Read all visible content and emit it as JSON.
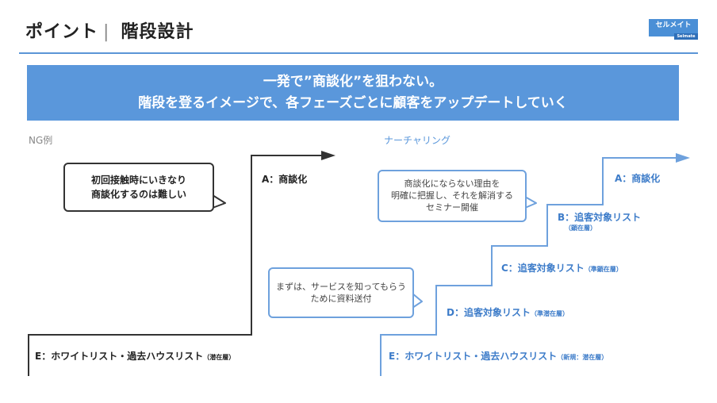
{
  "header": {
    "title_left": "ポイント",
    "separator": "|",
    "title_right": "階段設計",
    "logo_text": "セルメイト",
    "logo_sub": "Selmate"
  },
  "banner": {
    "line1": "一発で”商談化”を狙わない。",
    "line2": "階段を登るイメージで、各フェーズごとに顧客をアップデートしていく"
  },
  "ng": {
    "label": "NG例",
    "callout_line1": "初回接触時にいきなり",
    "callout_line2": "商談化するのは難しい",
    "top_step": "A：商談化",
    "bottom_step": "E：ホワイトリスト・過去ハウスリスト",
    "bottom_step_small": "（潜在層）"
  },
  "nurturing": {
    "label": "ナーチャリング",
    "callout1_line1": "商談化にならない理由を",
    "callout1_line2": "明確に把握し、それを解消する",
    "callout1_line3": "セミナー開催",
    "callout2_line1": "まずは、サービスを知ってもらう",
    "callout2_line2": "ために資料送付",
    "steps": [
      {
        "label": "A：商談化",
        "small": ""
      },
      {
        "label": "B：追客対象リスト",
        "small": "（顕在層）"
      },
      {
        "label": "C：追客対象リスト",
        "small": "（準顕在層）"
      },
      {
        "label": "D：追客対象リスト",
        "small": "（準潜在層）"
      },
      {
        "label": "E：ホワイトリスト・過去ハウスリスト",
        "small": "（新規：潜在層）"
      }
    ]
  },
  "colors": {
    "accent_blue": "#5a97db",
    "line_dark": "#333333",
    "line_blue": "#6ea1dd"
  }
}
